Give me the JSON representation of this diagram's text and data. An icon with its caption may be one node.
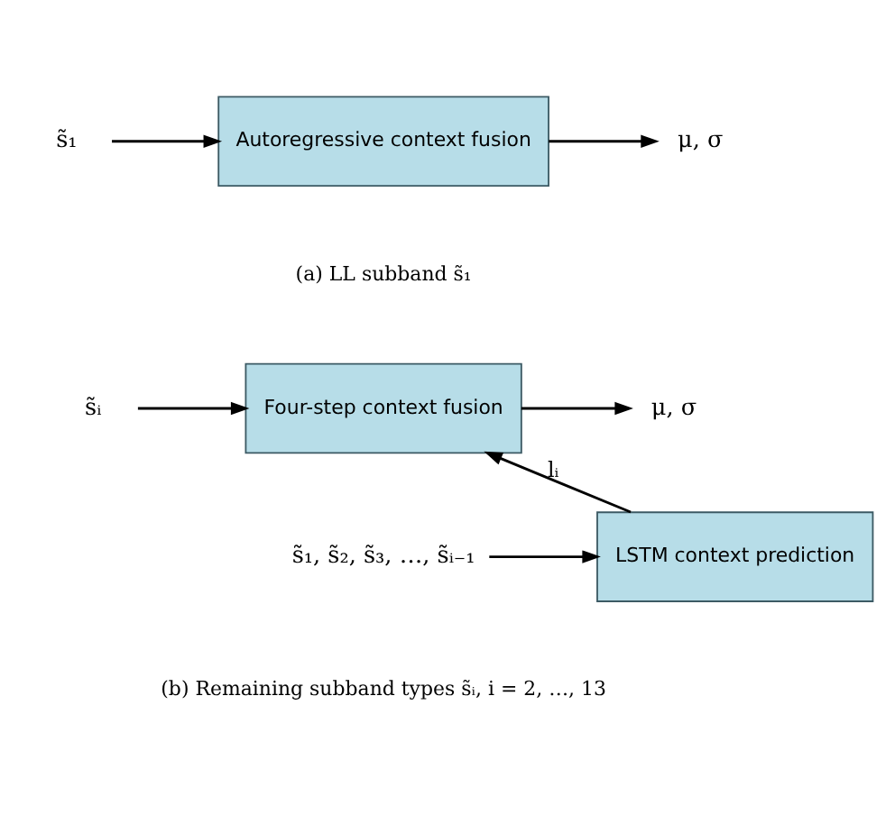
{
  "diagram": {
    "nodes": [
      {
        "text": [
          "s̃₁"
        ]
      },
      {
        "text": [
          "Autoregressive context fusion"
        ]
      },
      {
        "text": [
          "μ, σ"
        ]
      },
      {
        "text": [
          "s̃ᵢ"
        ]
      },
      {
        "text": [
          "Four-step context fusion"
        ]
      },
      {
        "text": [
          "μ, σ"
        ]
      },
      {
        "text": [
          "LSTM context prediction"
        ]
      },
      {
        "text": [
          "s̃₁, s̃₂, s̃₃, …, s̃ᵢ₋₁"
        ]
      }
    ],
    "edges": [
      {
        "from": 0,
        "to": 1,
        "arrow": "to"
      },
      {
        "from": 1,
        "to": 2,
        "arrow": "to"
      },
      {
        "from": 3,
        "to": 4,
        "arrow": "to"
      },
      {
        "from": 4,
        "to": 5,
        "arrow": "to"
      },
      {
        "from": 6,
        "to": 4,
        "arrow": "to",
        "label": "lᵢ"
      },
      {
        "from": 7,
        "to": 6,
        "arrow": "to"
      }
    ],
    "labels": [
      "(a) LL subband s̃₁",
      "(b) Remaining subband types s̃ᵢ, i = 2, …, 13"
    ]
  }
}
